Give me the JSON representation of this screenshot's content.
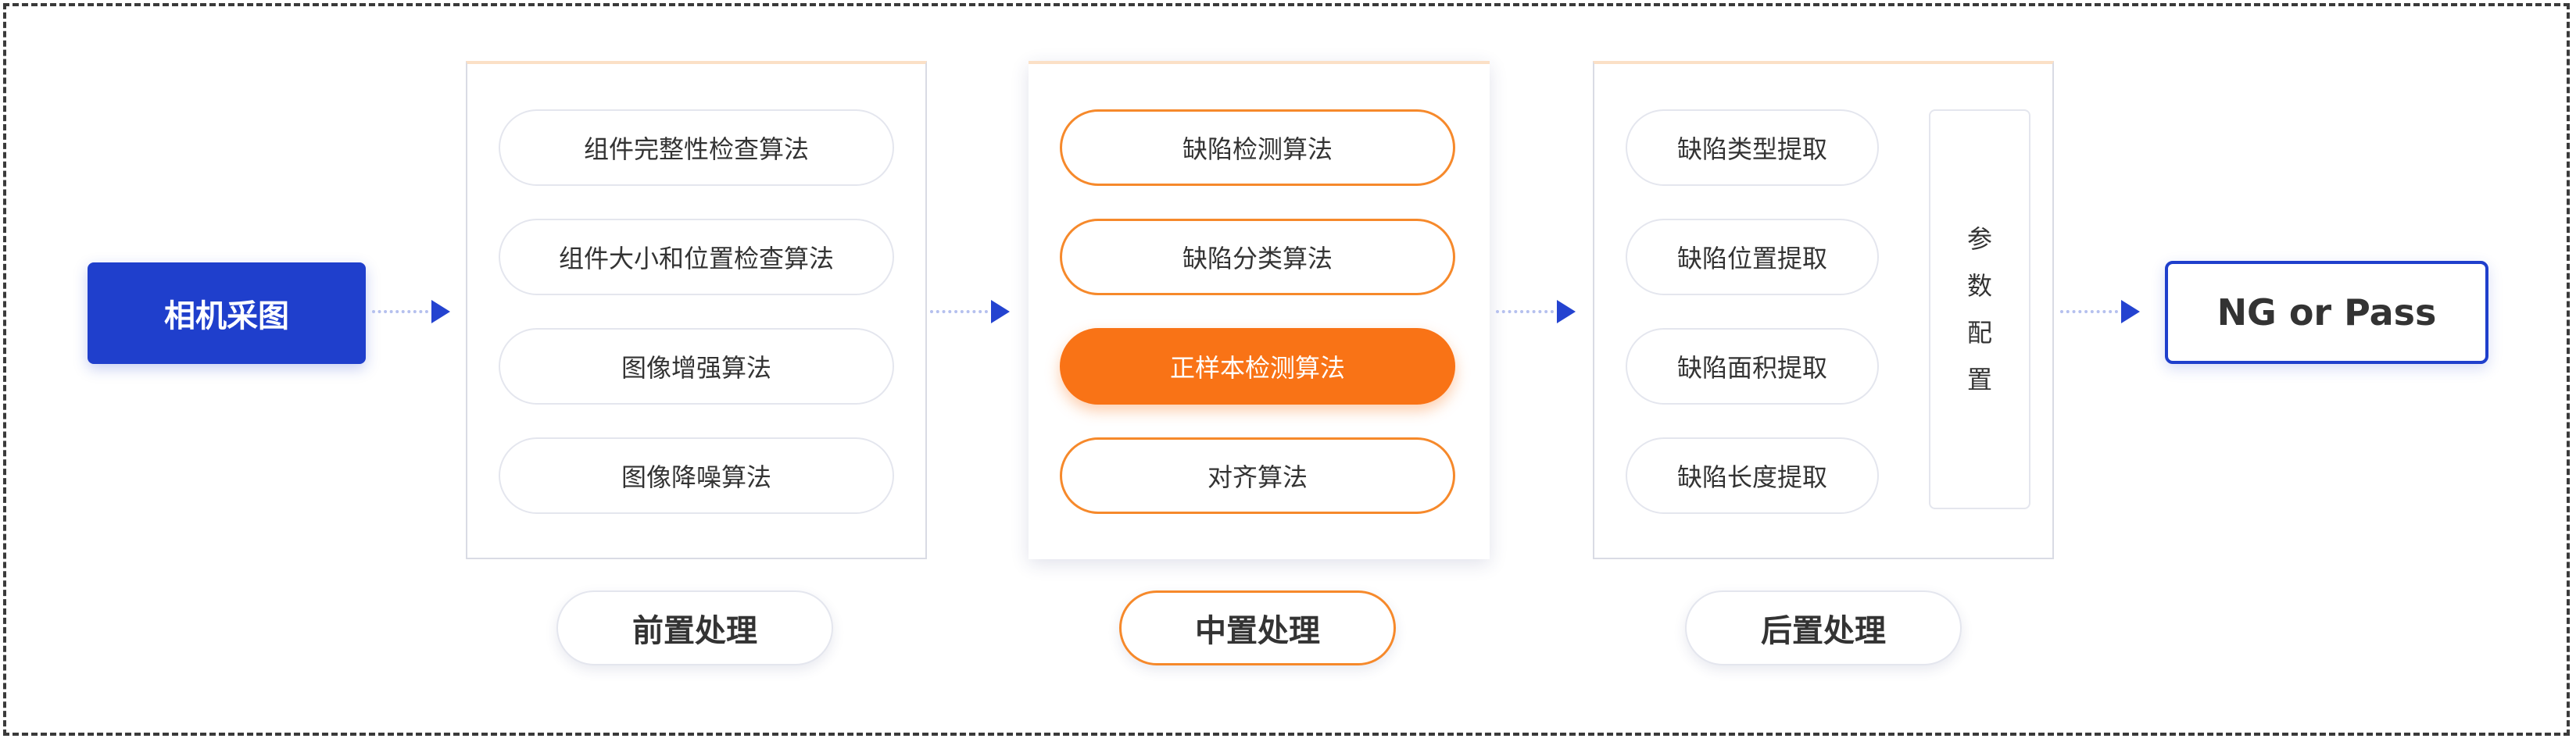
{
  "input": {
    "label": "相机采图"
  },
  "output": {
    "label": "NG or Pass"
  },
  "stages": [
    {
      "label": "前置处理",
      "steps": [
        "组件完整性检查算法",
        "组件大小和位置检查算法",
        "图像增强算法",
        "图像降噪算法"
      ]
    },
    {
      "label": "中置处理",
      "steps": [
        "缺陷检测算法",
        "缺陷分类算法",
        "正样本检测算法",
        "对齐算法"
      ],
      "highlighted_step": "正样本检测算法"
    },
    {
      "label": "后置处理",
      "steps": [
        "缺陷类型提取",
        "缺陷位置提取",
        "缺陷面积提取",
        "缺陷长度提取"
      ],
      "side_box_chars": [
        "参",
        "数",
        "配",
        "置"
      ]
    }
  ],
  "colors": {
    "primary_blue": "#1f3fcc",
    "accent_orange": "#f97316"
  }
}
